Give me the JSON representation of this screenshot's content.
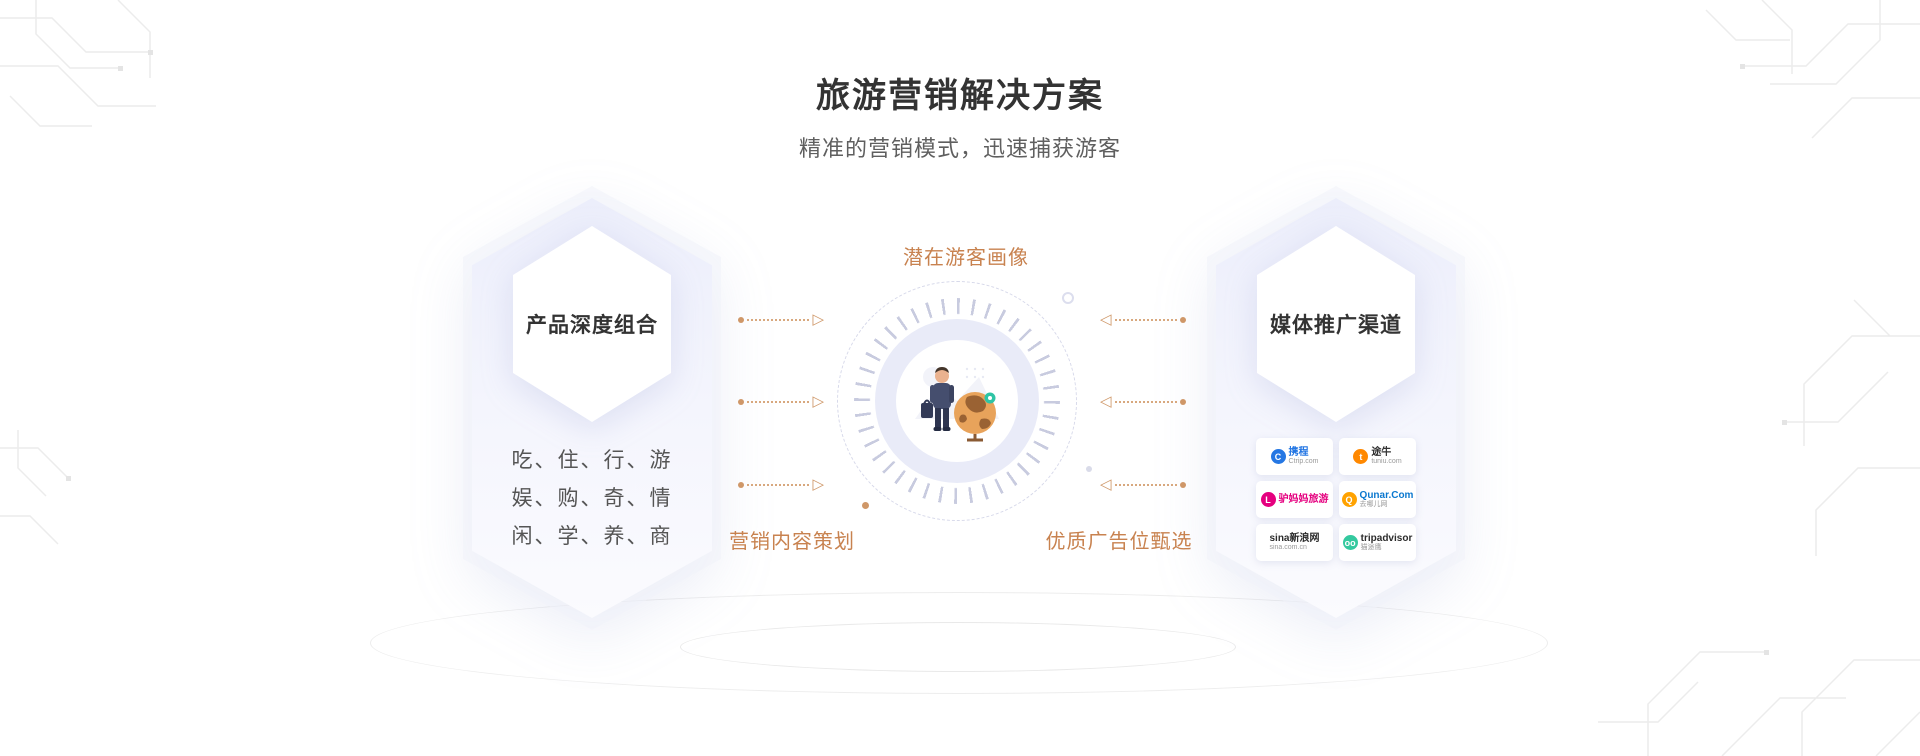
{
  "header": {
    "title": "旅游营销解决方案",
    "subtitle": "精准的营销模式，迅速捕获游客"
  },
  "left_card": {
    "title": "产品深度组合",
    "lines": [
      "吃、住、行、游",
      "娱、购、奇、情",
      "闲、学、养、商"
    ]
  },
  "diagram": {
    "top_label": "潜在游客画像",
    "bottom_left_label": "营销内容策划",
    "bottom_right_label": "优质广告位甄选"
  },
  "right_card": {
    "title": "媒体推广渠道",
    "logos": [
      {
        "name": "ctrip",
        "icon": "dolphin-icon",
        "icon_letter": "C",
        "icon_color": "#2577e3",
        "main": "携程",
        "main_color": "#2577e3",
        "sub": "Ctrip.com"
      },
      {
        "name": "tuniu",
        "icon": "tuniu-icon",
        "icon_letter": "t",
        "icon_color": "#ff8800",
        "main": "途牛",
        "main_color": "#333333",
        "sub": "tuniu.com"
      },
      {
        "name": "lvmama",
        "icon": "lvmama-icon",
        "icon_letter": "L",
        "icon_color": "#e5007f",
        "main": "驴妈妈旅游",
        "main_color": "#e5007f",
        "sub": ""
      },
      {
        "name": "qunar",
        "icon": "camel-icon",
        "icon_letter": "Q",
        "icon_color": "#ffa200",
        "main": "Qunar.Com",
        "main_color": "#0b78cf",
        "sub": "去哪儿网"
      },
      {
        "name": "sina",
        "icon": "sina-icon",
        "icon_letter": "",
        "icon_color": "",
        "main": "sina新浪网",
        "main_color": "#2b2b2b",
        "sub": "sina.com.cn"
      },
      {
        "name": "tripadvisor",
        "icon": "owl-icon",
        "icon_letter": "oo",
        "icon_color": "#34c99f",
        "main": "tripadvisor",
        "main_color": "#2b2b2b",
        "sub": "猫途鹰"
      }
    ]
  },
  "icons": {
    "arrow_right": "▷",
    "arrow_left": "◁"
  },
  "colors": {
    "accent_orange": "#c8824f",
    "hexagon_lavender": "#edeffb",
    "dial_ring": "#e9ebf8",
    "title_dark": "#333333",
    "body_text": "#555555"
  }
}
